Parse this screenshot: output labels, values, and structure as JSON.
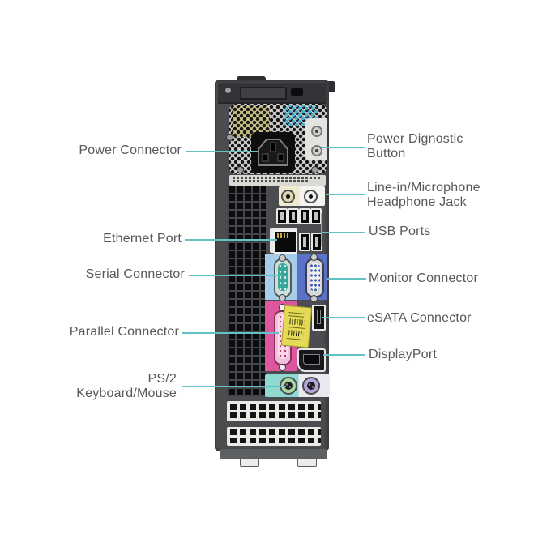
{
  "diagram": {
    "subject": "rear-panel-port-diagram",
    "colors": {
      "background": "#ffffff",
      "leader_line": "#62c2c6",
      "label_text": "#56585d",
      "chassis": "#4a4c4f",
      "serial_panel": "#a6cde9",
      "vga_panel": "#5a73c8",
      "parallel_panel": "#dc579d",
      "ps2_panel_left": "#8fd9d0",
      "psu_holes_yellow": "#cfc48c",
      "psu_holes_cyan": "#49aecd",
      "sticker_yellow": "#e4da55",
      "ps2_keyboard_ring": "#a8d8a2",
      "ps2_mouse_ring": "#b4a6dc",
      "line_in_jack_ring": "#ded8ae",
      "headphone_jack_ring": "#f2f2ee"
    }
  },
  "annotations": [
    {
      "id": "power-connector",
      "label": "Power Connector",
      "side": "left"
    },
    {
      "id": "power-diagnostic-button",
      "label": "Power Dignostic\nButton",
      "side": "right"
    },
    {
      "id": "audio-jacks",
      "label": "Line-in/Microphone\nHeadphone Jack",
      "side": "right"
    },
    {
      "id": "ethernet-port",
      "label": "Ethernet Port",
      "side": "left"
    },
    {
      "id": "usb-ports",
      "label": "USB Ports",
      "side": "right"
    },
    {
      "id": "serial-connector",
      "label": "Serial Connector",
      "side": "left"
    },
    {
      "id": "monitor-connector",
      "label": "Monitor Connector",
      "side": "right"
    },
    {
      "id": "parallel-connector",
      "label": "Parallel Connector",
      "side": "left"
    },
    {
      "id": "esata-connector",
      "label": "eSATA Connector",
      "side": "right"
    },
    {
      "id": "displayport",
      "label": "DisplayPort",
      "side": "right"
    },
    {
      "id": "ps2-keyboard-mouse",
      "label": "PS/2\nKeyboard/Mouse",
      "side": "left"
    }
  ],
  "ports": [
    {
      "name": "power-inlet"
    },
    {
      "name": "power-diagnostic-buttons",
      "count": 2
    },
    {
      "name": "line-in-microphone-jack"
    },
    {
      "name": "headphone-jack"
    },
    {
      "name": "usb-ports",
      "count": 6
    },
    {
      "name": "ethernet-rj45"
    },
    {
      "name": "serial-db9"
    },
    {
      "name": "vga-db15"
    },
    {
      "name": "parallel-db25"
    },
    {
      "name": "esata"
    },
    {
      "name": "displayport"
    },
    {
      "name": "ps2-keyboard"
    },
    {
      "name": "ps2-mouse"
    },
    {
      "name": "expansion-slot-covers",
      "count": 2
    }
  ]
}
